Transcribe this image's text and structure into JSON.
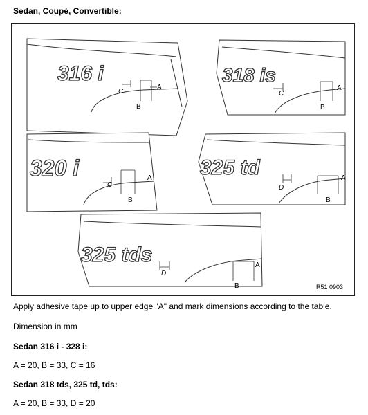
{
  "heading": "Sedan, Coupé, Convertible:",
  "figure": {
    "id": "R51 0903",
    "panels": [
      {
        "model_text": "316 i",
        "labels": [
          "A",
          "B",
          "C"
        ]
      },
      {
        "model_text": "318 is",
        "labels": [
          "A",
          "B",
          "C"
        ]
      },
      {
        "model_text": "320 i",
        "labels": [
          "A",
          "B",
          "C"
        ]
      },
      {
        "model_text": "325 td",
        "labels": [
          "A",
          "B",
          "D"
        ]
      },
      {
        "model_text": "325 tds",
        "labels": [
          "A",
          "B",
          "D"
        ]
      }
    ]
  },
  "instructions": "Apply adhesive tape up to upper edge \"A\" and mark dimensions according to the table.",
  "dimension_note": "Dimension in mm",
  "sections": [
    {
      "title": "Sedan 316 i - 328 i:",
      "values": "A = 20, B = 33, C = 16"
    },
    {
      "title": "Sedan 318 tds, 325 td, tds:",
      "values": "A = 20, B = 33, D = 20"
    }
  ]
}
